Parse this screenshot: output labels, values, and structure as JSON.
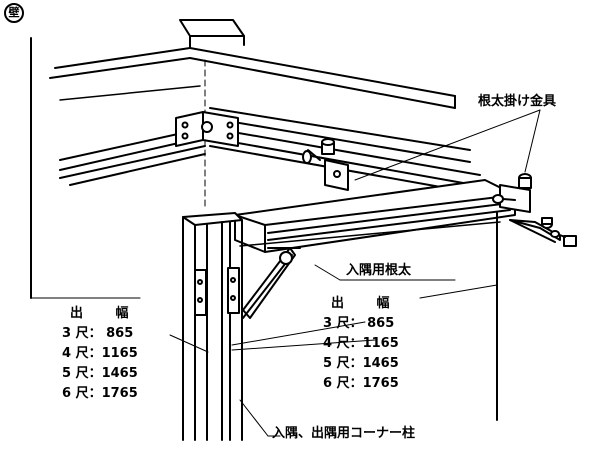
{
  "wall_mark": "壁",
  "labels": {
    "joist_hanger": "根太掛け金具",
    "corner_joist": "入隅用根太",
    "corner_post": "入隅、出隅用コーナー柱"
  },
  "spec_left": {
    "heading": "出 幅",
    "rows": [
      "3 尺： 865",
      "4 尺：1165",
      "5 尺：1465",
      "6 尺：1765"
    ]
  },
  "spec_right": {
    "heading": "出 幅",
    "rows": [
      "3 尺： 865",
      "4 尺：1165",
      "5 尺：1465",
      "6 尺：1765"
    ]
  }
}
